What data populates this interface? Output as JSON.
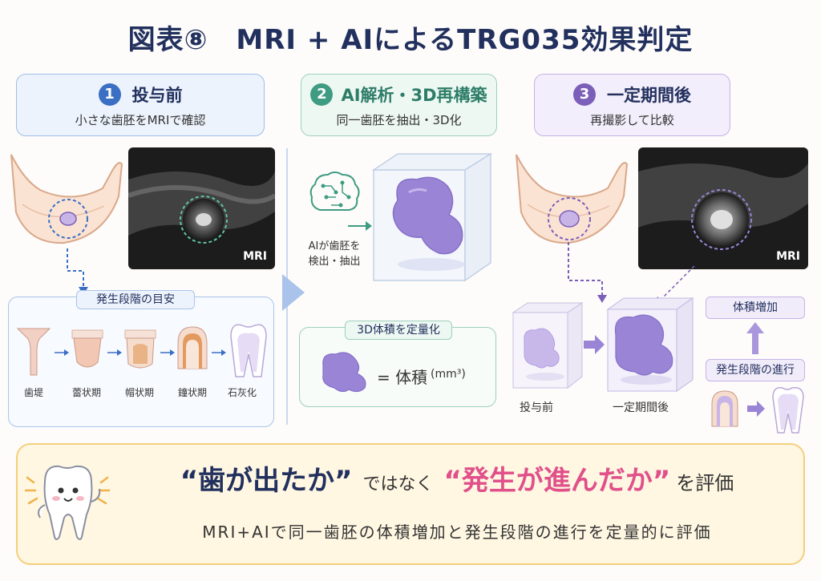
{
  "title": "図表⑧　MRI + AIによるTRG035効果判定",
  "steps": [
    {
      "num": "1",
      "title": "投与前",
      "sub": "小さな歯胚をMRIで確認",
      "color": "#3a6fc4"
    },
    {
      "num": "2",
      "title": "AI解析・3D再構築",
      "sub": "同一歯胚を抽出・3D化",
      "color": "#3f9b82"
    },
    {
      "num": "3",
      "title": "一定期間後",
      "sub": "再撮影して比較",
      "color": "#7b5fb8"
    }
  ],
  "mri_label": "MRI",
  "stage_guide": {
    "title": "発生段階の目安",
    "stages": [
      "歯堤",
      "蕾状期",
      "帽状期",
      "鐘状期",
      "石灰化"
    ]
  },
  "ai_label": "AIが歯胚を\n検出・抽出",
  "volume": {
    "title": "3D体積を定量化",
    "equation": "= 体積",
    "unit": "(mm³)"
  },
  "compare": {
    "before": "投与前",
    "after": "一定期間後",
    "volume_up": "体積増加",
    "stage_up": "発生段階の進行"
  },
  "footer": {
    "q1": "“歯が出たか”",
    "mid": "ではなく",
    "q2": "“発生が進んだか”",
    "end": "を評価",
    "sub": "MRI+AIで同一歯胚の体積増加と発生段階の進行を定量的に評価"
  },
  "colors": {
    "navy": "#22305e",
    "blue": "#3a6fc4",
    "green": "#3f9b82",
    "purple": "#7b5fb8",
    "blob": "#9a84d6",
    "pink": "#e0508a"
  }
}
